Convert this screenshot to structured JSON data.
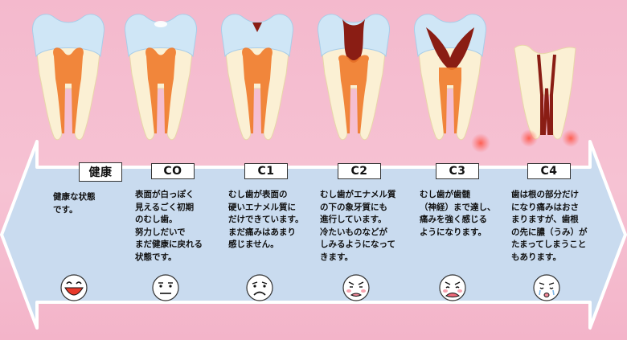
{
  "stages": [
    {
      "label": "健康",
      "description": "健康な状態\nです。"
    },
    {
      "label": "CO",
      "description": "表面が白っぽく\n見えるごく初期\nのむし歯。\n努力しだいで\nまだ健康に戻れる\n状態です。"
    },
    {
      "label": "C1",
      "description": "むし歯が表面の\n硬いエナメル質に\nだけできています。\nまだ痛みはあまり\n感じません。"
    },
    {
      "label": "C2",
      "description": "むし歯がエナメル質\nの下の象牙質にも\n進行しています。\n冷たいものなどが\nしみるようになって\nきます。"
    },
    {
      "label": "C3",
      "description": "むし歯が歯髄\n（神経）まで達し、\n痛みを強く感じる\nようになります。"
    },
    {
      "label": "C4",
      "description": "歯は根の部分だけ\nになり痛みはおさ\nまりますが、歯根\nの先に膿（うみ）が\nたまってしまうこと\nもあります。"
    }
  ],
  "faces": [
    "big-smile-face",
    "neutral-face",
    "frown-face",
    "worried-face",
    "sad-face",
    "crying-face"
  ],
  "colors": {
    "arrow_fill": "#c9dbef",
    "arrow_border": "#ffffff",
    "enamel": "#cfe6f6",
    "dentin": "#fbf0d4",
    "pulp": "#f07a2a",
    "decay": "#8a1d14",
    "face": "#ffffff"
  }
}
